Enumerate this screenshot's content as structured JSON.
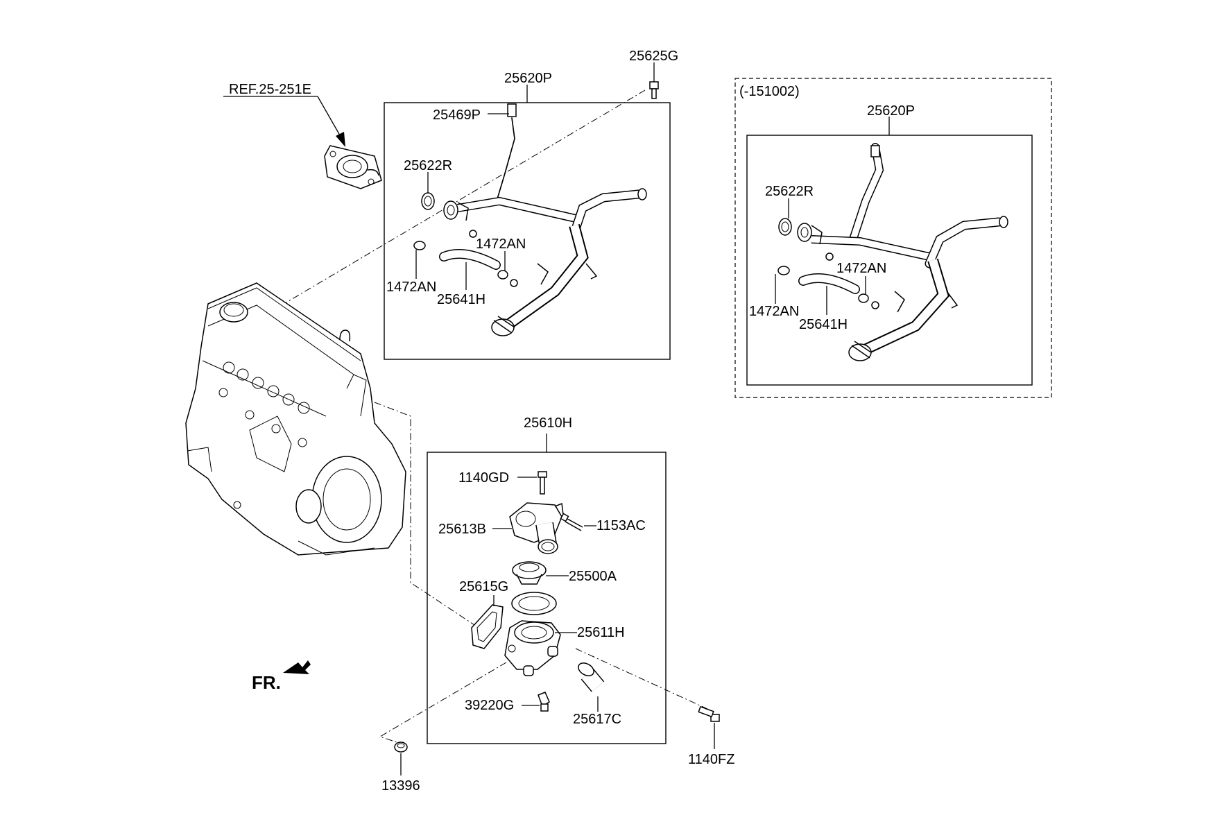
{
  "labels": {
    "ref_25_251e": "REF.25-251E",
    "p25620p_main": "25620P",
    "p25625g": "25625G",
    "p25469p": "25469P",
    "p25622r_main": "25622R",
    "p1472an_main_a": "1472AN",
    "p1472an_main_b": "1472AN",
    "p25641h_main": "25641H",
    "variant_code": "(-151002)",
    "p25620p_alt": "25620P",
    "p25622r_alt": "25622R",
    "p1472an_alt_a": "1472AN",
    "p1472an_alt_b": "1472AN",
    "p25641h_alt": "25641H",
    "p25610h": "25610H",
    "p1140gd": "1140GD",
    "p25613b": "25613B",
    "p1153ac": "1153AC",
    "p25500a": "25500A",
    "p25615g": "25615G",
    "p25611h": "25611H",
    "p39220g": "39220G",
    "p25617c": "25617C",
    "p1140fz": "1140FZ",
    "p13396": "13396",
    "front_marker": "FR."
  }
}
